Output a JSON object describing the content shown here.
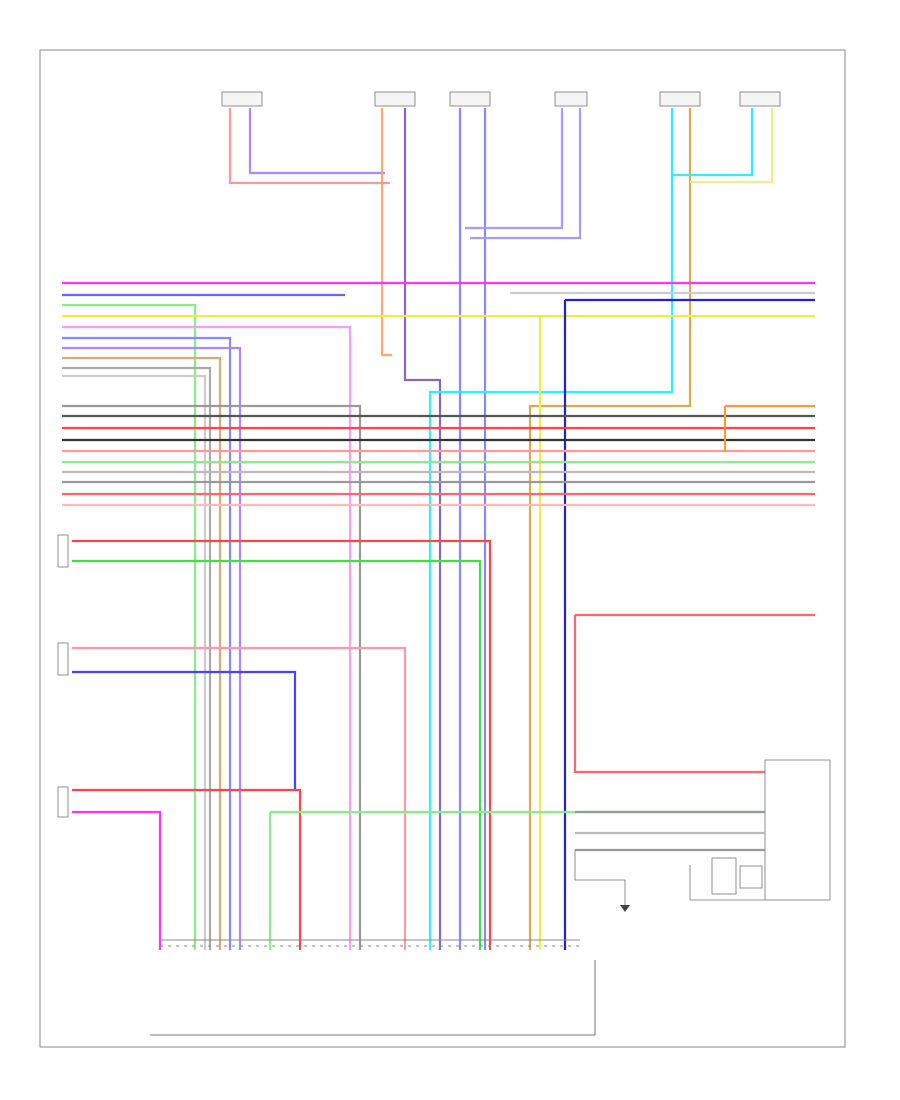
{
  "diagram": {
    "page_ref": "",
    "speakers": [
      {
        "id": "spk1",
        "label": ""
      },
      {
        "id": "spk2",
        "label": ""
      },
      {
        "id": "spk3",
        "label": ""
      },
      {
        "id": "spk4",
        "label": ""
      },
      {
        "id": "spk5",
        "label": ""
      },
      {
        "id": "spk6",
        "label": ""
      }
    ],
    "components": {
      "left_tweeter": "",
      "right_tweeter": "",
      "center_speaker": "",
      "subwoofer": "",
      "ground_note": ""
    },
    "colors": {
      "magenta": "#ff33ff",
      "blue": "#4444ff",
      "green": "#44dd44",
      "yellow": "#eeee44",
      "pink": "#ff99ff",
      "violet": "#aa88ff",
      "tan": "#ddaa77",
      "gray": "#999999",
      "black": "#333333",
      "red": "#ff4444",
      "orange": "#ff9933",
      "cyan": "#33eeff",
      "white": "#cccccc",
      "lightgreen": "#88ee88",
      "darkblue": "#2222cc"
    }
  }
}
